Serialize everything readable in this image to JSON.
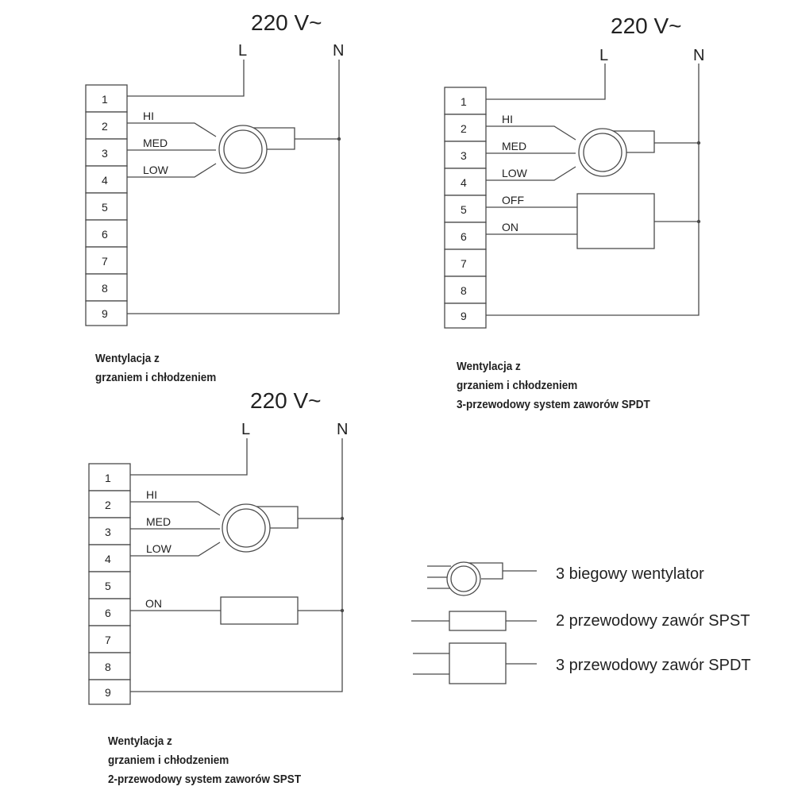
{
  "diagrams": [
    {
      "voltage": "220 V~",
      "phase_l": "L",
      "phase_n": "N",
      "terminals": [
        "1",
        "2",
        "3",
        "4",
        "5",
        "6",
        "7",
        "8",
        "9"
      ],
      "fan_labels": [
        "HI",
        "MED",
        "LOW"
      ],
      "valve_labels": [],
      "caption": [
        "Wentylacja z",
        "grzaniem i chłodzeniem"
      ]
    },
    {
      "voltage": "220 V~",
      "phase_l": "L",
      "phase_n": "N",
      "terminals": [
        "1",
        "2",
        "3",
        "4",
        "5",
        "6",
        "7",
        "8",
        "9"
      ],
      "fan_labels": [
        "HI",
        "MED",
        "LOW"
      ],
      "valve_labels": [
        "OFF",
        "ON"
      ],
      "caption": [
        "Wentylacja z",
        "grzaniem i chłodzeniem",
        "3-przewodowy system zaworów SPDT"
      ]
    },
    {
      "voltage": "220 V~",
      "phase_l": "L",
      "phase_n": "N",
      "terminals": [
        "1",
        "2",
        "3",
        "4",
        "5",
        "6",
        "7",
        "8",
        "9"
      ],
      "fan_labels": [
        "HI",
        "MED",
        "LOW"
      ],
      "valve_labels": [
        "ON"
      ],
      "caption": [
        "Wentylacja z",
        "grzaniem i chłodzeniem",
        "2-przewodowy system zaworów SPST"
      ]
    }
  ],
  "legend": [
    {
      "symbol": "fan-icon",
      "text": "3  biegowy wentylator"
    },
    {
      "symbol": "spst-valve-icon",
      "text": "2  przewodowy zawór SPST"
    },
    {
      "symbol": "spdt-valve-icon",
      "text": "3  przewodowy zawór SPDT"
    }
  ]
}
